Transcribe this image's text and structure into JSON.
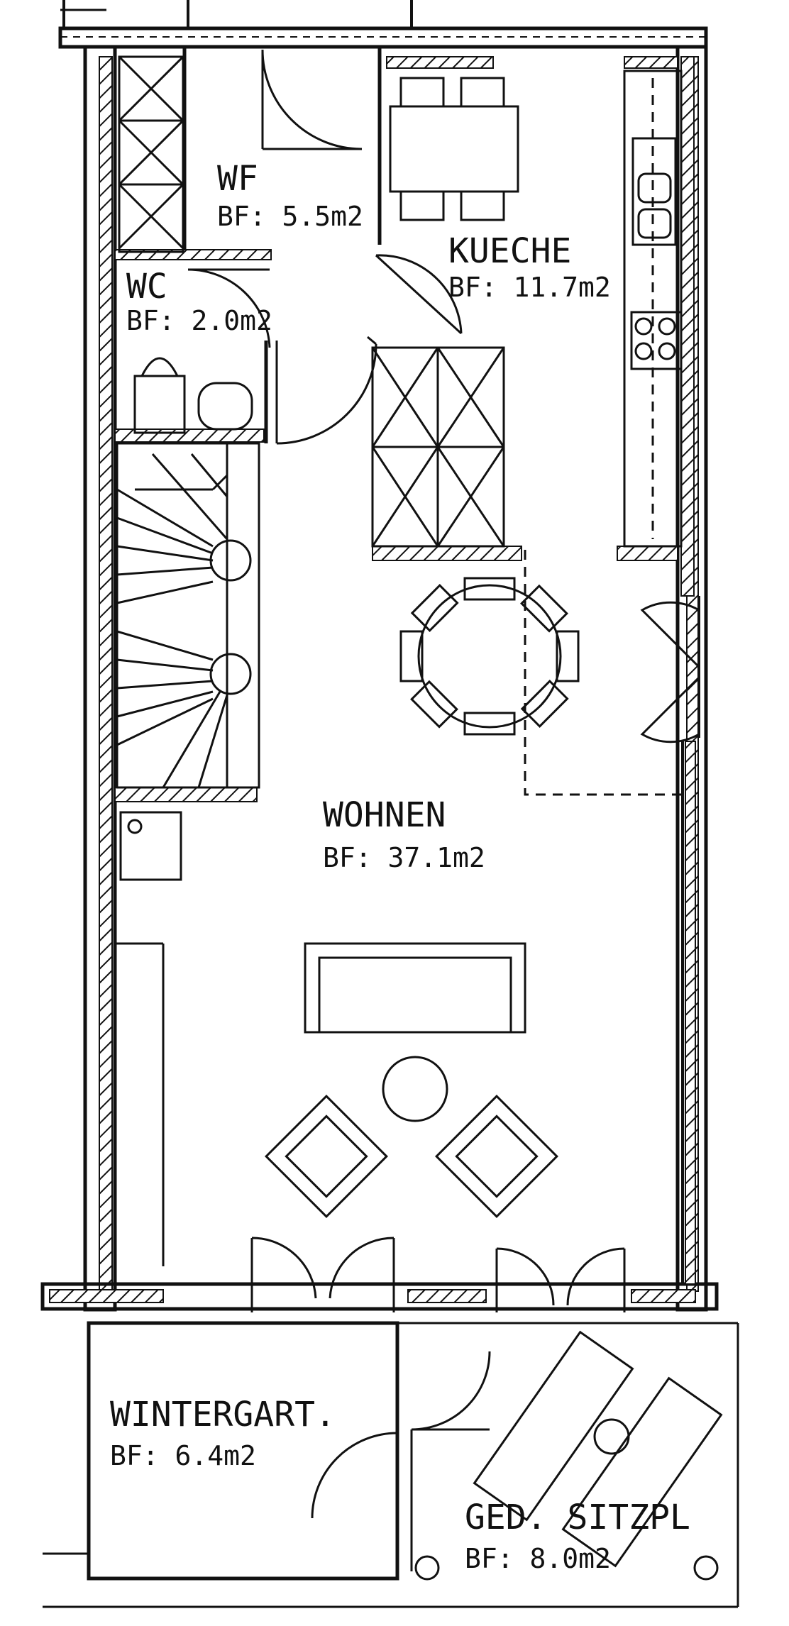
{
  "plan": {
    "rooms": [
      {
        "id": "wf",
        "name": "WF",
        "area": "BF:  5.5m2"
      },
      {
        "id": "kueche",
        "name": "KUECHE",
        "area": "BF:  11.7m2"
      },
      {
        "id": "wc",
        "name": "WC",
        "area": "BF:  2.0m2"
      },
      {
        "id": "wohnen",
        "name": "WOHNEN",
        "area": "BF:  37.1m2"
      },
      {
        "id": "wintergart",
        "name": "WINTERGART.",
        "area": "BF:  6.4m2"
      },
      {
        "id": "sitzpl",
        "name": "GED. SITZPL",
        "area": "BF:  8.0m2"
      }
    ]
  }
}
